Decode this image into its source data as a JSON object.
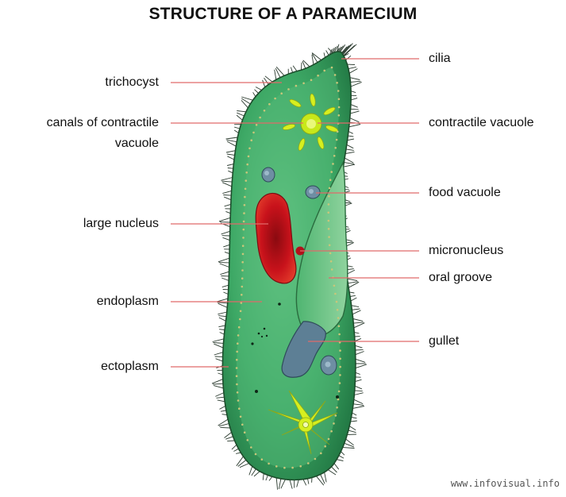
{
  "title": "STRUCTURE OF A PARAMECIUM",
  "labels": {
    "trichocyst": "trichocyst",
    "canals_line1": "canals of contractile",
    "canals_line2": "vacuole",
    "large_nucleus": "large nucleus",
    "endoplasm": "endoplasm",
    "ectoplasm": "ectoplasm",
    "cilia": "cilia",
    "contractile_vacuole": "contractile vacuole",
    "food_vacuole": "food vacuole",
    "micronucleus": "micronucleus",
    "oral_groove": "oral groove",
    "gullet": "gullet"
  },
  "credit": "www.infovisual.info",
  "colors": {
    "leader_line": "#e06a6a",
    "ectoplasm": "#2f9a5a",
    "endoplasm": "#4fb873",
    "outline": "#1d4d2c",
    "nucleus": "#c0121a",
    "vacuole": "#5d7f95",
    "contractile": "#d6ef1f",
    "micronucleus": "#b3101a"
  }
}
